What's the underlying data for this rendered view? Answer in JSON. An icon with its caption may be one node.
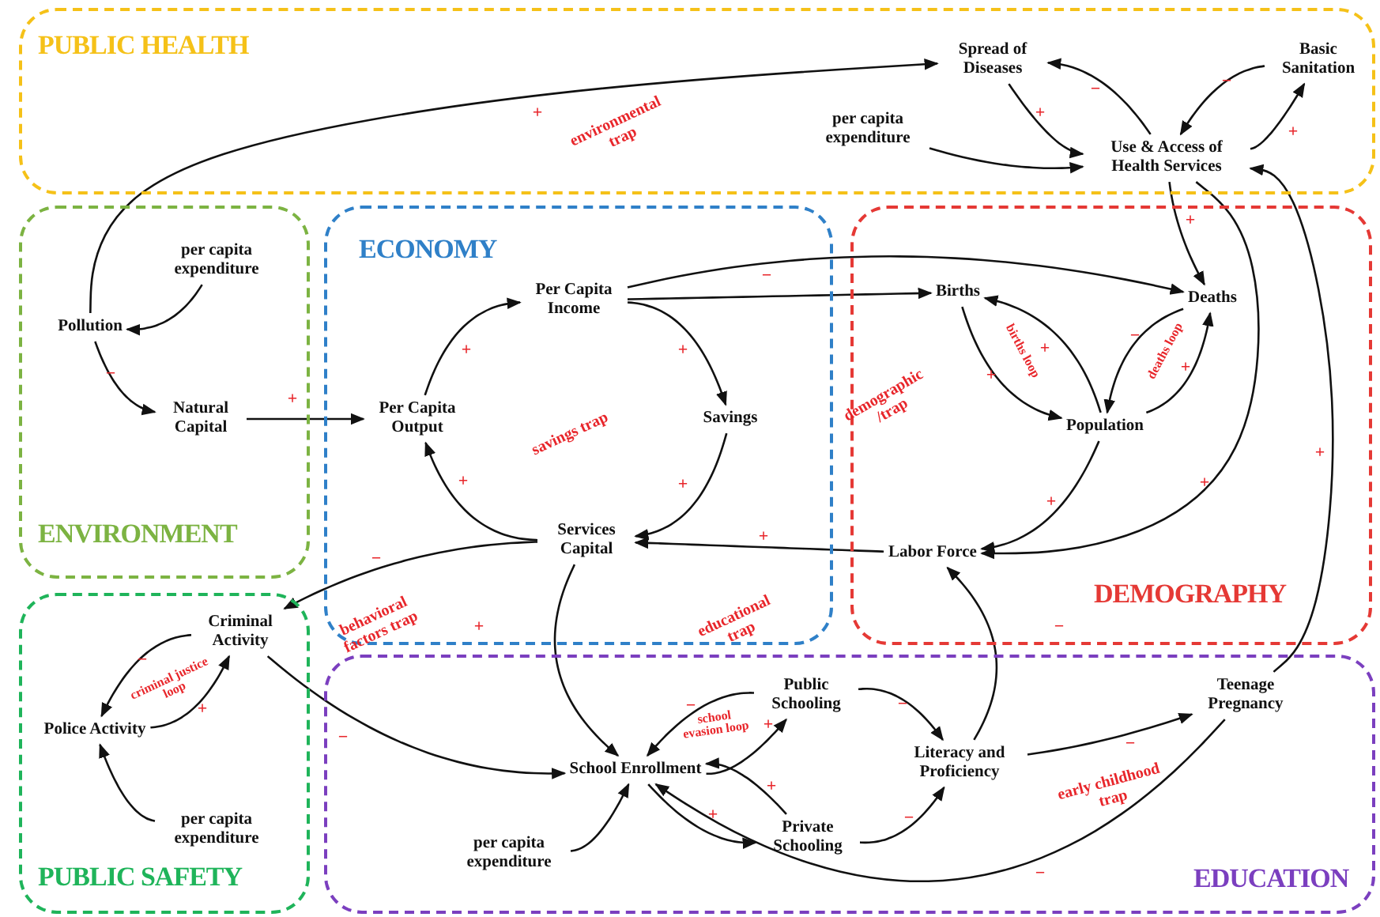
{
  "diagram": {
    "nodes": [
      {
        "text": [
          "PUBLIC HEALTH"
        ]
      },
      {
        "text": [
          "ENVIRONMENT"
        ]
      },
      {
        "text": [
          "ECONOMY"
        ]
      },
      {
        "text": [
          "DEMOGRAPHY"
        ]
      },
      {
        "text": [
          "PUBLIC SAFETY"
        ]
      },
      {
        "text": [
          "EDUCATION"
        ]
      },
      {
        "text": [
          "Spread of Diseases"
        ],
        "in": 0
      },
      {
        "text": [
          "Basic Sanitation"
        ],
        "in": 0
      },
      {
        "text": [
          "per capita expenditure"
        ],
        "in": 0
      },
      {
        "text": [
          "Use & Access of Health Services"
        ],
        "in": 0
      },
      {
        "text": [
          "per capita expenditure"
        ],
        "in": 1
      },
      {
        "text": [
          "Pollution"
        ],
        "in": 1
      },
      {
        "text": [
          "Natural Capital"
        ],
        "in": 1
      },
      {
        "text": [
          "Per Capita Income"
        ],
        "in": 2
      },
      {
        "text": [
          "Per Capita Output"
        ],
        "in": 2
      },
      {
        "text": [
          "Savings"
        ],
        "in": 2
      },
      {
        "text": [
          "Services Capital"
        ],
        "in": 2
      },
      {
        "text": [
          "Births"
        ],
        "in": 3
      },
      {
        "text": [
          "Deaths"
        ],
        "in": 3
      },
      {
        "text": [
          "Population"
        ],
        "in": 3
      },
      {
        "text": [
          "Labor Force"
        ],
        "in": 3
      },
      {
        "text": [
          "Criminal Activity"
        ],
        "in": 4
      },
      {
        "text": [
          "Police Activity"
        ],
        "in": 4
      },
      {
        "text": [
          "per capita expenditure"
        ],
        "in": 4
      },
      {
        "text": [
          "Public Schooling"
        ],
        "in": 5
      },
      {
        "text": [
          "School Enrollment"
        ],
        "in": 5
      },
      {
        "text": [
          "Literacy and Proficiency"
        ],
        "in": 5
      },
      {
        "text": [
          "Private Schooling"
        ],
        "in": 5
      },
      {
        "text": [
          "Teenage Pregnancy"
        ],
        "in": 5
      },
      {
        "text": [
          "per capita expenditure"
        ],
        "in": 5
      }
    ],
    "edges": [
      {
        "from": 11,
        "to": 6,
        "arrow": "to",
        "label": "+"
      },
      {
        "from": 10,
        "to": 11,
        "arrow": "to"
      },
      {
        "from": 11,
        "to": 12,
        "arrow": "to",
        "label": "−"
      },
      {
        "from": 12,
        "to": 14,
        "arrow": "to",
        "label": "+"
      },
      {
        "from": 14,
        "to": 13,
        "arrow": "to",
        "label": "+"
      },
      {
        "from": 13,
        "to": 15,
        "arrow": "to",
        "label": "+"
      },
      {
        "from": 15,
        "to": 16,
        "arrow": "to",
        "label": "+"
      },
      {
        "from": 16,
        "to": 14,
        "arrow": "to",
        "label": "+"
      },
      {
        "from": 13,
        "to": 17,
        "arrow": "to",
        "label": "−"
      },
      {
        "from": 13,
        "to": 18,
        "arrow": "to"
      },
      {
        "from": 6,
        "to": 9,
        "arrow": "to",
        "label": "+"
      },
      {
        "from": 9,
        "to": 6,
        "arrow": "to",
        "label": "−"
      },
      {
        "from": 7,
        "to": 9,
        "arrow": "to",
        "label": "−"
      },
      {
        "from": 9,
        "to": 7,
        "arrow": "to",
        "label": "+"
      },
      {
        "from": 8,
        "to": 9,
        "arrow": "to"
      },
      {
        "from": 9,
        "to": 18,
        "arrow": "to",
        "label": "+"
      },
      {
        "from": 17,
        "to": 19,
        "arrow": "to",
        "label": "+"
      },
      {
        "from": 19,
        "to": 17,
        "arrow": "to",
        "label": "+"
      },
      {
        "from": 19,
        "to": 18,
        "arrow": "to",
        "label": "+"
      },
      {
        "from": 18,
        "to": 19,
        "arrow": "to",
        "label": "−"
      },
      {
        "from": 19,
        "to": 20,
        "arrow": "to",
        "label": "+"
      },
      {
        "from": 9,
        "to": 20,
        "arrow": "to",
        "label": "+"
      },
      {
        "from": 20,
        "to": 16,
        "arrow": "to",
        "label": "+"
      },
      {
        "from": 16,
        "to": 21,
        "arrow": "to",
        "label": "−"
      },
      {
        "from": 21,
        "to": 22,
        "arrow": "to",
        "label": "−"
      },
      {
        "from": 22,
        "to": 21,
        "arrow": "to",
        "label": "+"
      },
      {
        "from": 23,
        "to": 22,
        "arrow": "to"
      },
      {
        "from": 21,
        "to": 25,
        "arrow": "to",
        "label": "−"
      },
      {
        "from": 16,
        "to": 25,
        "arrow": "to",
        "label": "+"
      },
      {
        "from": 29,
        "to": 25,
        "arrow": "to"
      },
      {
        "from": 25,
        "to": 24,
        "arrow": "to",
        "label": "+"
      },
      {
        "from": 24,
        "to": 25,
        "arrow": "to",
        "label": "−"
      },
      {
        "from": 25,
        "to": 27,
        "arrow": "to",
        "label": "+"
      },
      {
        "from": 27,
        "to": 25,
        "arrow": "to",
        "label": "+"
      },
      {
        "from": 24,
        "to": 26,
        "arrow": "to",
        "label": "−"
      },
      {
        "from": 27,
        "to": 26,
        "arrow": "to",
        "label": "−"
      },
      {
        "from": 26,
        "to": 20,
        "arrow": "to",
        "label": "−"
      },
      {
        "from": 26,
        "to": 28,
        "arrow": "to",
        "label": "−"
      },
      {
        "from": 28,
        "to": 25,
        "arrow": "to",
        "label": "−"
      },
      {
        "from": 28,
        "to": 9,
        "arrow": "to",
        "label": "+"
      }
    ],
    "labels": [
      "environmental trap",
      "savings trap",
      "demographic /trap",
      "births loop",
      "deaths loop",
      "behavioral factors trap",
      "criminal justice loop",
      "educational trap",
      "school evasion loop",
      "early childhood trap"
    ]
  }
}
